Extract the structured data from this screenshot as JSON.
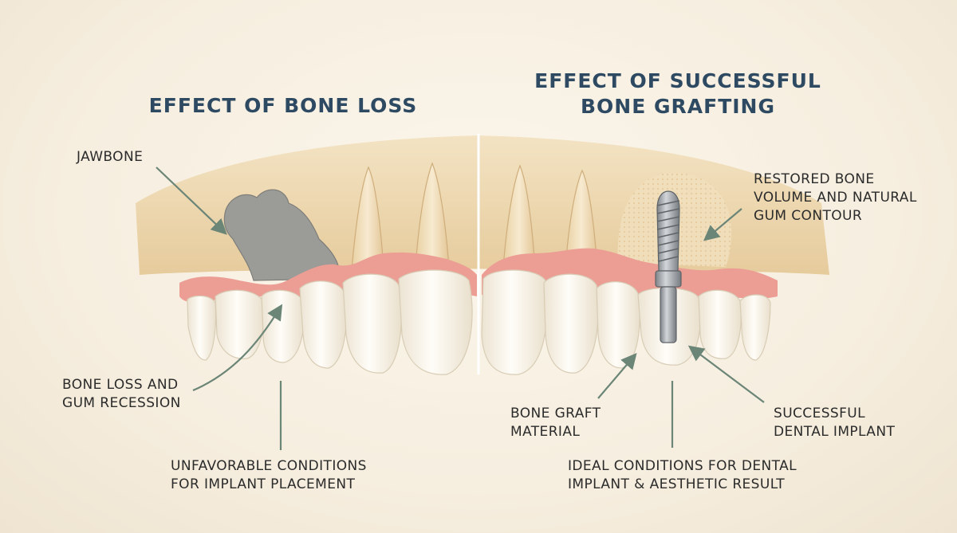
{
  "titles": {
    "left": "EFFECT OF BONE LOSS",
    "right_line1": "EFFECT OF SUCCESSFUL",
    "right_line2": "BONE GRAFTING"
  },
  "labels": {
    "jawbone": "JAWBONE",
    "bone_loss_line1": "BONE LOSS AND",
    "bone_loss_line2": "GUM RECESSION",
    "unfavorable_line1": "UNFAVORABLE CONDITIONS",
    "unfavorable_line2": "FOR IMPLANT PLACEMENT",
    "restored_line1": "RESTORED BONE",
    "restored_line2": "VOLUME AND NATURAL",
    "restored_line3": "GUM CONTOUR",
    "graft_line1": "BONE GRAFT",
    "graft_line2": "MATERIAL",
    "implant_line1": "SUCCESSFUL",
    "implant_line2": "DENTAL IMPLANT",
    "ideal_line1": "IDEAL CONDITIONS FOR DENTAL",
    "ideal_line2": "IMPLANT & AESTHETIC RESULT"
  },
  "colors": {
    "title": "#2e4a62",
    "bone": "#ead3a8",
    "gum": "#ec9d94",
    "tooth": "#fbf7ee",
    "defect": "#9a9a96",
    "implant": "#a9adb1",
    "arrow": "#6b8577"
  }
}
